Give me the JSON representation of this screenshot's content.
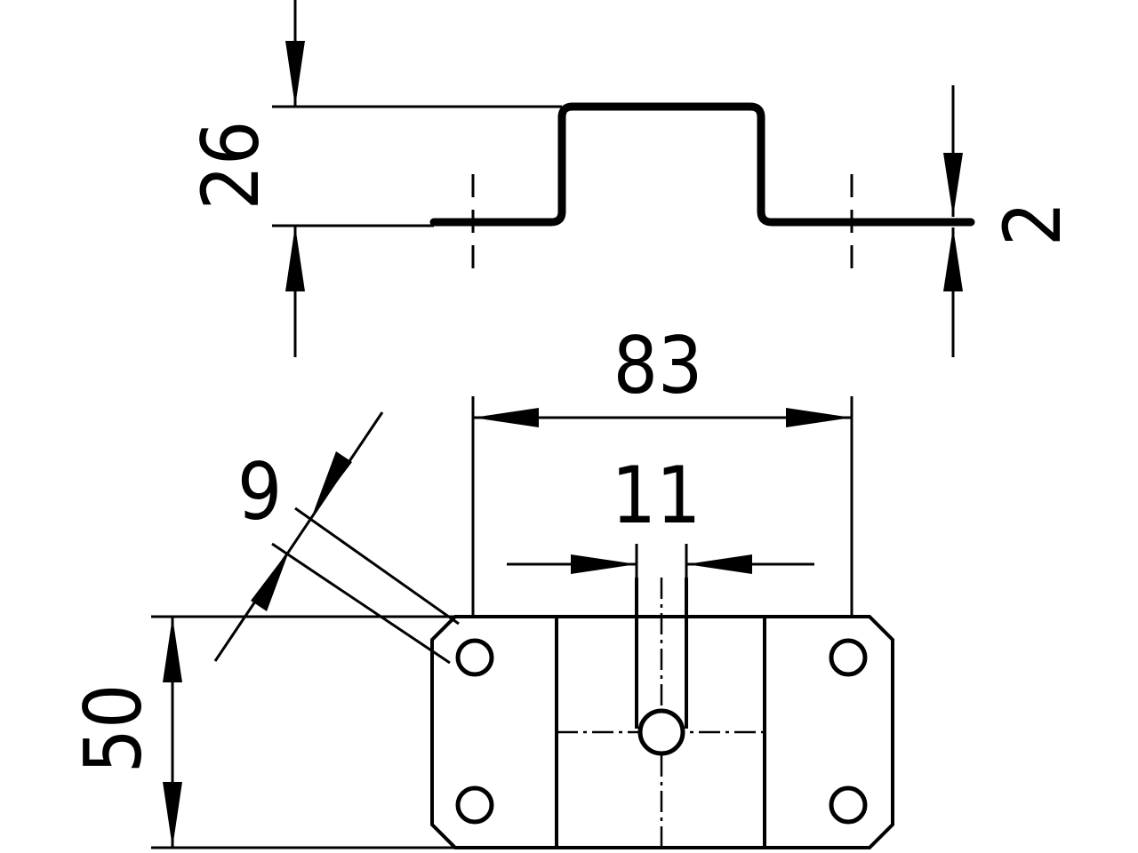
{
  "dimensions": {
    "height_26": "26",
    "thickness_2": "2",
    "width_83": "83",
    "slot_11": "11",
    "hole_9": "9",
    "height_50": "50"
  },
  "colors": {
    "line": "#000000",
    "background": "#ffffff"
  }
}
